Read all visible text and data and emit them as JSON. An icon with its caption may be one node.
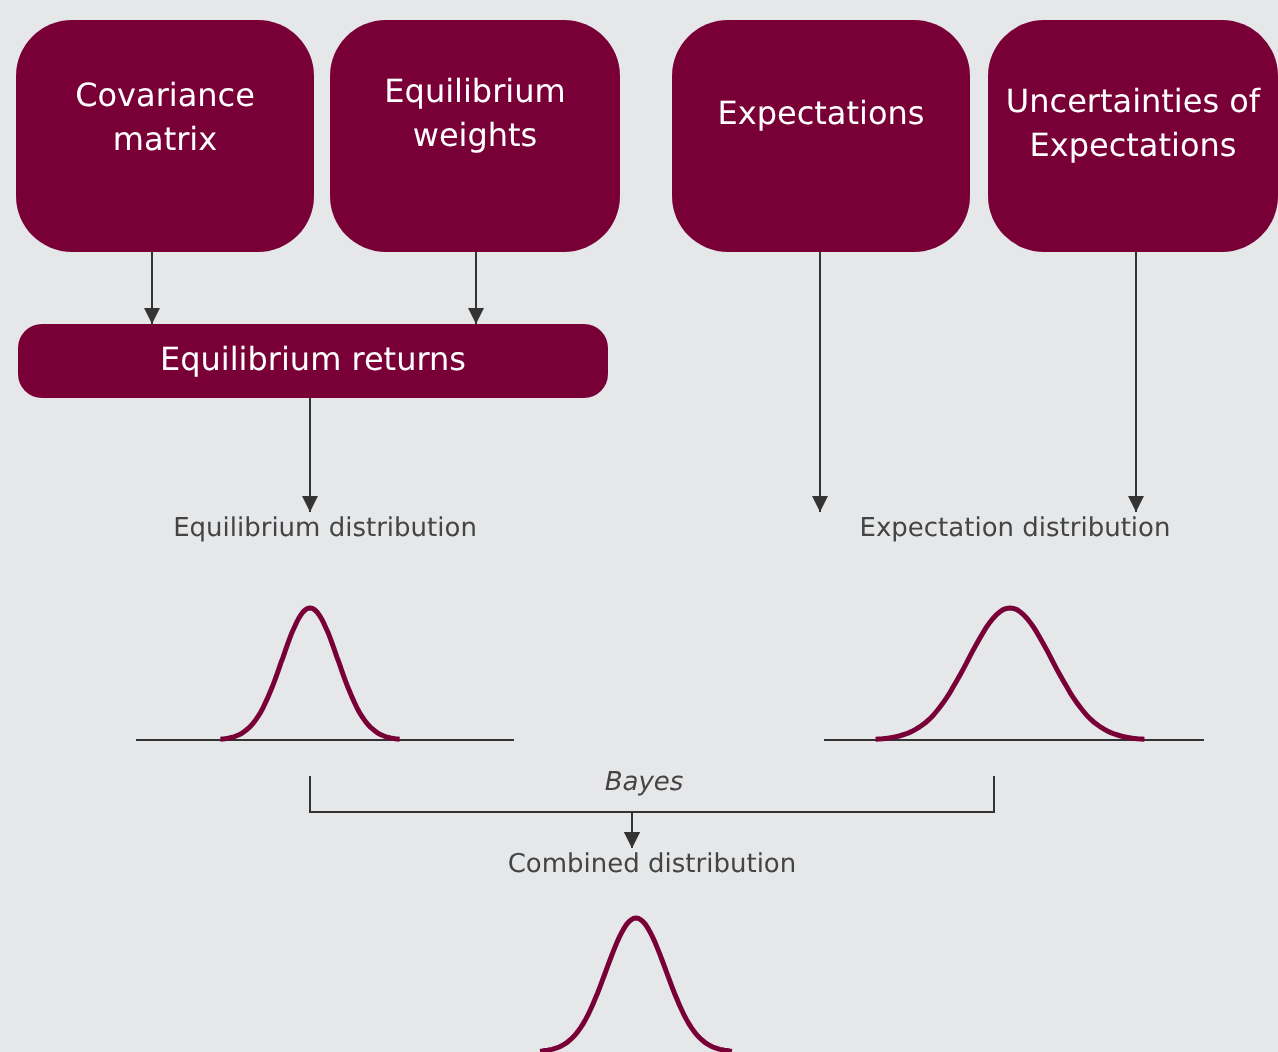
{
  "diagram": {
    "nodes": [
      {
        "text": [
          "Covariance matrix"
        ]
      },
      {
        "text": [
          "Equilibrium weights"
        ]
      },
      {
        "text": [
          "Expectations"
        ]
      },
      {
        "text": [
          "Uncertainties of Expectations"
        ]
      },
      {
        "text": [
          "Equilibrium returns"
        ]
      },
      {
        "text": [
          "Equilibrium distribution"
        ]
      },
      {
        "text": [
          "Expectation distribution"
        ]
      },
      {
        "text": [
          "Combined distribution"
        ]
      }
    ],
    "edges": [
      {
        "from": 0,
        "to": 4,
        "arrow": "to"
      },
      {
        "from": 1,
        "to": 4,
        "arrow": "to"
      },
      {
        "from": 4,
        "to": 5,
        "arrow": "to"
      },
      {
        "from": 2,
        "to": 6,
        "arrow": "to"
      },
      {
        "from": 3,
        "to": 6,
        "arrow": "to"
      },
      {
        "from": 5,
        "to": 7,
        "arrow": "to",
        "label": "Bayes"
      },
      {
        "from": 6,
        "to": 7,
        "arrow": "to"
      }
    ]
  }
}
